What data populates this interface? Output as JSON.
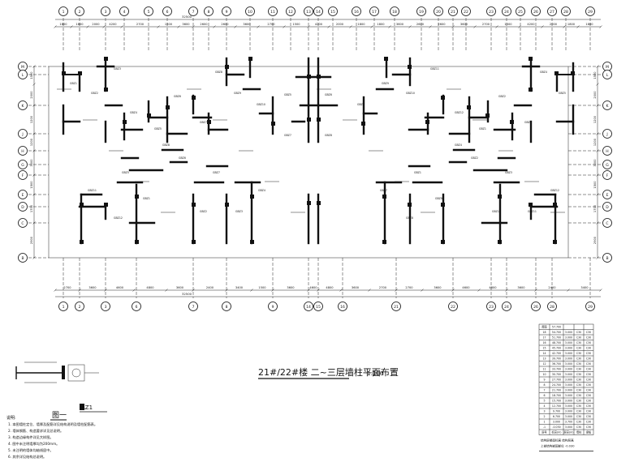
{
  "title": "21#/22#楼 二~三层墙柱平面布置",
  "scale": "1:100",
  "fig_label": "图一",
  "az_label": "AZ1",
  "grid_top": [
    "1",
    "2",
    "3",
    "4",
    "5",
    "6",
    "7",
    "8",
    "9",
    "10",
    "11",
    "12",
    "13",
    "14",
    "15",
    "16",
    "17",
    "18",
    "19",
    "20",
    "21",
    "22",
    "23",
    "24",
    "25",
    "26",
    "27",
    "28",
    "29"
  ],
  "grid_bottom": [
    "1",
    "2",
    "3",
    "6",
    "7",
    "8",
    "9",
    "14",
    "15",
    "16",
    "21",
    "22",
    "23",
    "24",
    "26",
    "28",
    "29"
  ],
  "grid_side": [
    "M",
    "L",
    "K",
    "J",
    "H",
    "G",
    "F",
    "E",
    "D",
    "C",
    "B"
  ],
  "dim_top": [
    "1800",
    "1800",
    "2000",
    "4200",
    "2700",
    "1500",
    "3600",
    "2600",
    "2600",
    "3600",
    "2700",
    "1500",
    "4200",
    "2000",
    "1800",
    "1800"
  ],
  "dim_top_total": "32500",
  "dim_bottom": [
    "2700",
    "3600",
    "4600",
    "4800",
    "3600",
    "2400",
    "3400",
    "1500",
    "3600",
    "4600",
    "4800",
    "3600",
    "2700"
  ],
  "dim_bottom_total": "32500",
  "dim_left": [
    "1500",
    "2000",
    "1200",
    "1200",
    "3000",
    "1500",
    "1700",
    "2900"
  ],
  "dim_right": [
    "1500",
    "2000",
    "1200",
    "1200",
    "3000",
    "1500",
    "1700",
    "2900"
  ],
  "wall_tags": [
    "GBZ1",
    "GBZ2",
    "GBZ3",
    "GBZ4",
    "GBZ5",
    "GBZ6",
    "GBZ7",
    "GBZ8",
    "GBZ9",
    "GBZ10",
    "GBZ11",
    "GBZ12"
  ],
  "floor_table": [
    [
      "屋面",
      "57.700",
      "",
      "",
      ""
    ],
    [
      "18",
      "54.700",
      "3.000",
      "C30",
      "C30"
    ],
    [
      "17",
      "51.700",
      "3.000",
      "C30",
      "C30"
    ],
    [
      "16",
      "48.700",
      "3.000",
      "C30",
      "C30"
    ],
    [
      "15",
      "45.700",
      "3.000",
      "C30",
      "C30"
    ],
    [
      "14",
      "42.700",
      "3.000",
      "C30",
      "C30"
    ],
    [
      "13",
      "39.700",
      "3.000",
      "C30",
      "C30"
    ],
    [
      "12",
      "36.700",
      "3.000",
      "C30",
      "C30"
    ],
    [
      "11",
      "33.700",
      "3.000",
      "C30",
      "C30"
    ],
    [
      "10",
      "30.700",
      "3.000",
      "C30",
      "C30"
    ],
    [
      "9",
      "27.700",
      "3.000",
      "C30",
      "C30"
    ],
    [
      "8",
      "24.700",
      "3.000",
      "C30",
      "C30"
    ],
    [
      "7",
      "21.700",
      "3.000",
      "C30",
      "C30"
    ],
    [
      "6",
      "18.700",
      "3.000",
      "C30",
      "C30"
    ],
    [
      "5",
      "15.700",
      "3.000",
      "C30",
      "C30"
    ],
    [
      "4",
      "12.700",
      "3.000",
      "C30",
      "C30"
    ],
    [
      "3",
      "9.700",
      "3.000",
      "C30",
      "C30"
    ],
    [
      "2",
      "6.700",
      "3.000",
      "C30",
      "C30"
    ],
    [
      "1",
      "3.000",
      "3.700",
      "C30",
      "C30"
    ],
    [
      "-1",
      "-0.030",
      "3.000",
      "C30",
      "C30"
    ]
  ],
  "table_header": [
    "层号",
    "标高(m)",
    "层高(m)",
    "墙柱",
    "梁板"
  ],
  "table_caption": [
    "结构层楼面标高 结构层高",
    "上部结构嵌固部位 -0.030"
  ],
  "notes_title": "说明:",
  "notes": [
    "1. 本图墙柱定位、墙厚及配筋详见结构说明及墙柱配筋表。",
    "2. 墙体钢筋、构造要求详见总说明。",
    "3. 构造边缘构件详见大样图。",
    "4. 图中未注明墙厚均为200mm。",
    "5. 未注明的墙体均轴线居中。",
    "6. 其余详见结构总说明。"
  ]
}
